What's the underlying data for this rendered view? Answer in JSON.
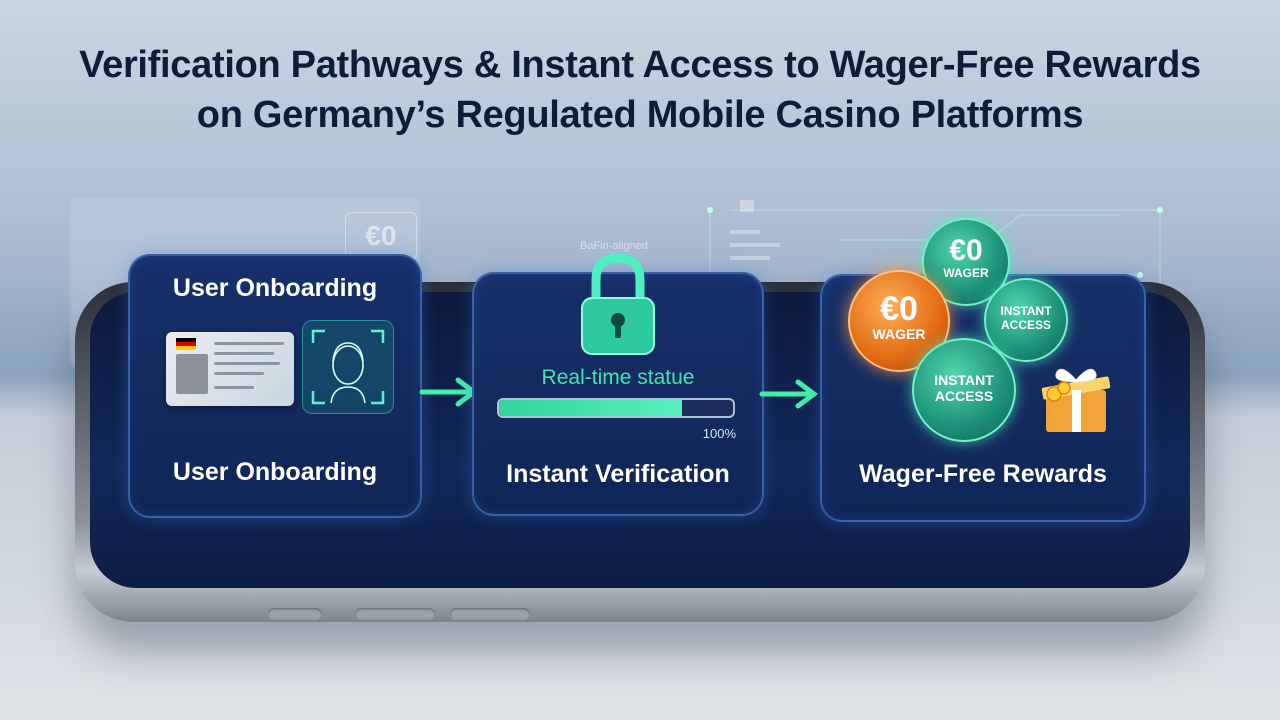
{
  "title": {
    "line1": "Verification Pathways & Instant Access to Wager-Free Rewards",
    "line2": "on Germany’s Regulated Mobile Casino Platforms"
  },
  "background": {
    "euro": "€0",
    "note": "BaFin-aligned"
  },
  "cards": {
    "onboarding": {
      "top_label": "User Onboarding",
      "bottom_label": "User Onboarding",
      "icons": [
        "id-card-icon",
        "face-scan-icon"
      ]
    },
    "verification": {
      "status": "Real-time statue",
      "progress_percent": 100,
      "progress_text": "100%",
      "label": "Instant Verification",
      "icons": [
        "padlock-icon"
      ]
    },
    "rewards": {
      "label": "Wager-Free Rewards",
      "coins": [
        {
          "line1": "€0",
          "line2": "WAGER",
          "color": "#1c8f77"
        },
        {
          "line1": "€0",
          "line2": "WAGER",
          "color": "#e26a12"
        },
        {
          "line1": "INSTANT",
          "line2": "ACCESS",
          "color": "#1c8f77"
        },
        {
          "line1": "INSTANT",
          "line2": "ACCESS",
          "color": "#1c8f77"
        }
      ],
      "icons": [
        "gift-box-icon"
      ]
    }
  },
  "colors": {
    "accent_green": "#3fe4b0",
    "screen_navy": "#0c1a3c",
    "title": "#0f1c36"
  }
}
